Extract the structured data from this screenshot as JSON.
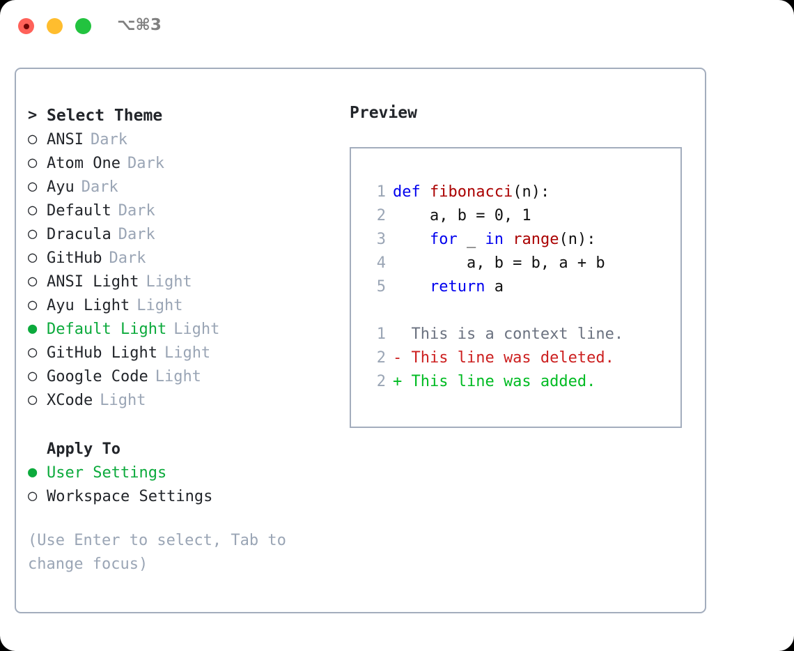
{
  "titlebar": {
    "shortcut": "⌥⌘3",
    "buttons": [
      {
        "name": "close",
        "color": "#ff6159"
      },
      {
        "name": "minimize",
        "color": "#ffbd2e"
      },
      {
        "name": "maximize",
        "color": "#22c33f"
      }
    ]
  },
  "theme_list": {
    "header_marker": ">",
    "header_label": "Select Theme",
    "items": [
      {
        "marker": "○",
        "label": "ANSI",
        "tag": "Dark",
        "selected": false
      },
      {
        "marker": "○",
        "label": "Atom One",
        "tag": "Dark",
        "selected": false
      },
      {
        "marker": "○",
        "label": "Ayu",
        "tag": "Dark",
        "selected": false
      },
      {
        "marker": "○",
        "label": "Default",
        "tag": "Dark",
        "selected": false
      },
      {
        "marker": "○",
        "label": "Dracula",
        "tag": "Dark",
        "selected": false
      },
      {
        "marker": "○",
        "label": "GitHub",
        "tag": "Dark",
        "selected": false
      },
      {
        "marker": "○",
        "label": "ANSI Light",
        "tag": "Light",
        "selected": false
      },
      {
        "marker": "○",
        "label": "Ayu Light",
        "tag": "Light",
        "selected": false
      },
      {
        "marker": "●",
        "label": "Default Light",
        "tag": "Light",
        "selected": true
      },
      {
        "marker": "○",
        "label": "GitHub Light",
        "tag": "Light",
        "selected": false
      },
      {
        "marker": "○",
        "label": "Google Code",
        "tag": "Light",
        "selected": false
      },
      {
        "marker": "○",
        "label": "XCode",
        "tag": "Light",
        "selected": false
      }
    ]
  },
  "apply_to": {
    "title": "Apply To",
    "items": [
      {
        "marker": "●",
        "label": "User Settings",
        "selected": true
      },
      {
        "marker": "○",
        "label": "Workspace Settings",
        "selected": false
      }
    ]
  },
  "hint": "(Use Enter to select, Tab to change focus)",
  "preview": {
    "title": "Preview",
    "code_lines": [
      {
        "no": "1",
        "tokens": [
          {
            "t": "def",
            "c": "kw"
          },
          {
            "t": " ",
            "c": "plain"
          },
          {
            "t": "fibonacci",
            "c": "fn"
          },
          {
            "t": "(n):",
            "c": "plain"
          }
        ]
      },
      {
        "no": "2",
        "tokens": [
          {
            "t": "    a, b = 0, 1",
            "c": "plain"
          }
        ]
      },
      {
        "no": "3",
        "tokens": [
          {
            "t": "    ",
            "c": "plain"
          },
          {
            "t": "for",
            "c": "kw"
          },
          {
            "t": " _ ",
            "c": "plain"
          },
          {
            "t": "in",
            "c": "kw"
          },
          {
            "t": " ",
            "c": "plain"
          },
          {
            "t": "range",
            "c": "fn"
          },
          {
            "t": "(n):",
            "c": "plain"
          }
        ]
      },
      {
        "no": "4",
        "tokens": [
          {
            "t": "        a, b = b, a + b",
            "c": "plain"
          }
        ]
      },
      {
        "no": "5",
        "tokens": [
          {
            "t": "    ",
            "c": "plain"
          },
          {
            "t": "return",
            "c": "kw"
          },
          {
            "t": " a",
            "c": "plain"
          }
        ]
      }
    ],
    "diff_lines": [
      {
        "no": "1",
        "text": "  This is a context line.",
        "kind": "ctx"
      },
      {
        "no": "2",
        "text": "- This line was deleted.",
        "kind": "del"
      },
      {
        "no": "2",
        "text": "+ This line was added.",
        "kind": "add"
      }
    ]
  },
  "colors": {
    "selection_green": "#0caa3c",
    "muted": "#9aa5b5",
    "border": "#a3adbd",
    "keyword": "#0000ee",
    "function": "#aa0000",
    "diff_deleted": "#cc1f1f",
    "diff_added": "#00bb22",
    "text": "#22252a"
  }
}
